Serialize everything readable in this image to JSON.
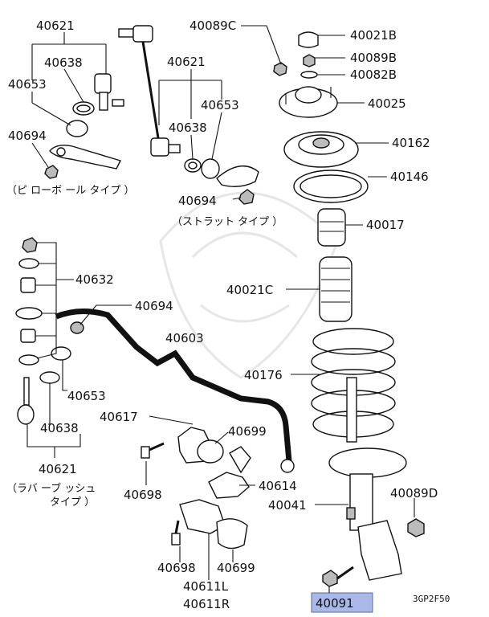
{
  "parts": {
    "p40621_top": "40621",
    "p40638_top": "40638",
    "p40653_top": "40653",
    "p40694_top": "40694",
    "p40621_mid": "40621",
    "p40653_mid": "40653",
    "p40638_mid": "40638",
    "p40694_mid": "40694",
    "p40089C": "40089C",
    "p40021B": "40021B",
    "p40089B": "40089B",
    "p40082B": "40082B",
    "p40025": "40025",
    "p40162": "40162",
    "p40146": "40146",
    "p40017": "40017",
    "p40021C": "40021C",
    "p40632": "40632",
    "p40694_low": "40694",
    "p40603": "40603",
    "p40176": "40176",
    "p40653_low": "40653",
    "p40617": "40617",
    "p40699_a": "40699",
    "p40638_low": "40638",
    "p40621_low": "40621",
    "p40698_a": "40698",
    "p40614": "40614",
    "p40041": "40041",
    "p40089D": "40089D",
    "p40698_b": "40698",
    "p40699_b": "40699",
    "p40611L": "40611L",
    "p40611R": "40611R",
    "p40091": "40091"
  },
  "notes": {
    "pillow_ball": "（ピ ローボ ール タイプ ）",
    "strut_type": "（ストラット タイプ ）",
    "rubber_bush_1": "（ラバ ーブ ッシュ",
    "rubber_bush_2": "タイプ ）"
  },
  "diagram_code": "3GP2F50",
  "highlight_color": "#a9b8e6"
}
